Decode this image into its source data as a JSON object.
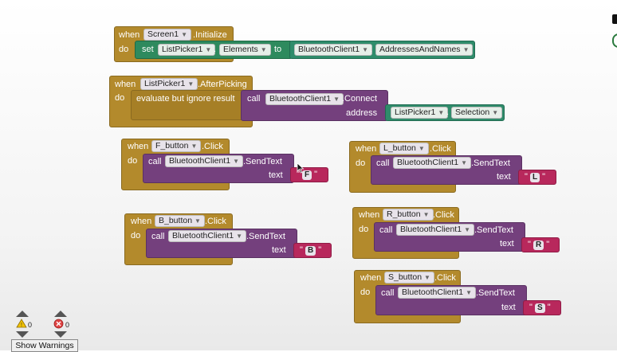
{
  "blocks": {
    "screen1": {
      "when": "when",
      "component": "Screen1",
      "event": ".Initialize",
      "do": "do",
      "set": "set",
      "target_component": "ListPicker1",
      "dot": ".",
      "property": "Elements",
      "to": "to",
      "source_component": "BluetoothClient1",
      "source_property": "AddressesAndNames"
    },
    "listpicker": {
      "when": "when",
      "component": "ListPicker1",
      "event": ".AfterPicking",
      "do": "do",
      "evaluate": "evaluate but ignore result",
      "call": "call",
      "call_component": "BluetoothClient1",
      "method": ".Connect",
      "address_label": "address",
      "arg_component": "ListPicker1",
      "arg_property": "Selection"
    },
    "buttons": [
      {
        "when": "when",
        "component": "F_button",
        "event": ".Click",
        "do": "do",
        "call": "call",
        "client": "BluetoothClient1",
        "method": ".SendText",
        "text_label": "text",
        "value": "F"
      },
      {
        "when": "when",
        "component": "L_button",
        "event": ".Click",
        "do": "do",
        "call": "call",
        "client": "BluetoothClient1",
        "method": ".SendText",
        "text_label": "text",
        "value": "L"
      },
      {
        "when": "when",
        "component": "B_button",
        "event": ".Click",
        "do": "do",
        "call": "call",
        "client": "BluetoothClient1",
        "method": ".SendText",
        "text_label": "text",
        "value": "B"
      },
      {
        "when": "when",
        "component": "R_button",
        "event": ".Click",
        "do": "do",
        "call": "call",
        "client": "BluetoothClient1",
        "method": ".SendText",
        "text_label": "text",
        "value": "R"
      },
      {
        "when": "when",
        "component": "S_button",
        "event": ".Click",
        "do": "do",
        "call": "call",
        "client": "BluetoothClient1",
        "method": ".SendText",
        "text_label": "text",
        "value": "S"
      }
    ]
  },
  "warnings": {
    "warning_count": "0",
    "error_count": "0",
    "show_label": "Show Warnings"
  },
  "quote_char": "\"",
  "icons": [
    "dropdown-arrow-icon",
    "warning-icon",
    "error-icon",
    "arrow-up-icon",
    "arrow-down-icon"
  ],
  "colors": {
    "event_block": "#b38a2c",
    "call_block": "#74407d",
    "setter_block": "#2e8a5e",
    "text_block": "#b8285c"
  }
}
